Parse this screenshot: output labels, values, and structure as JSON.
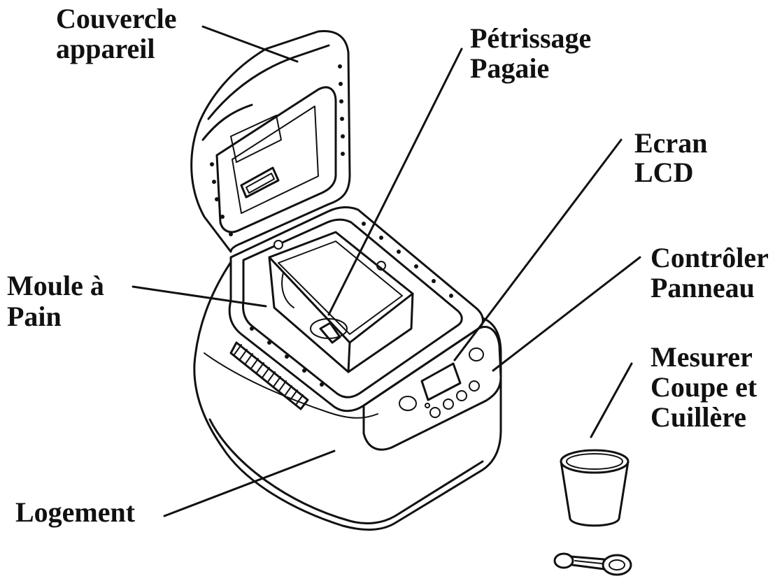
{
  "labels": {
    "lid": [
      "Couvercle",
      "appareil"
    ],
    "paddle": [
      "Pétrissage",
      "Pagaie"
    ],
    "lcd": [
      "Ecran",
      "LCD"
    ],
    "panel": [
      "Contrôler",
      "Panneau"
    ],
    "pan": [
      "Moule à",
      "Pain"
    ],
    "cup": [
      "Mesurer",
      "Coupe et",
      "Cuillère"
    ],
    "housing": [
      "Logement"
    ]
  }
}
